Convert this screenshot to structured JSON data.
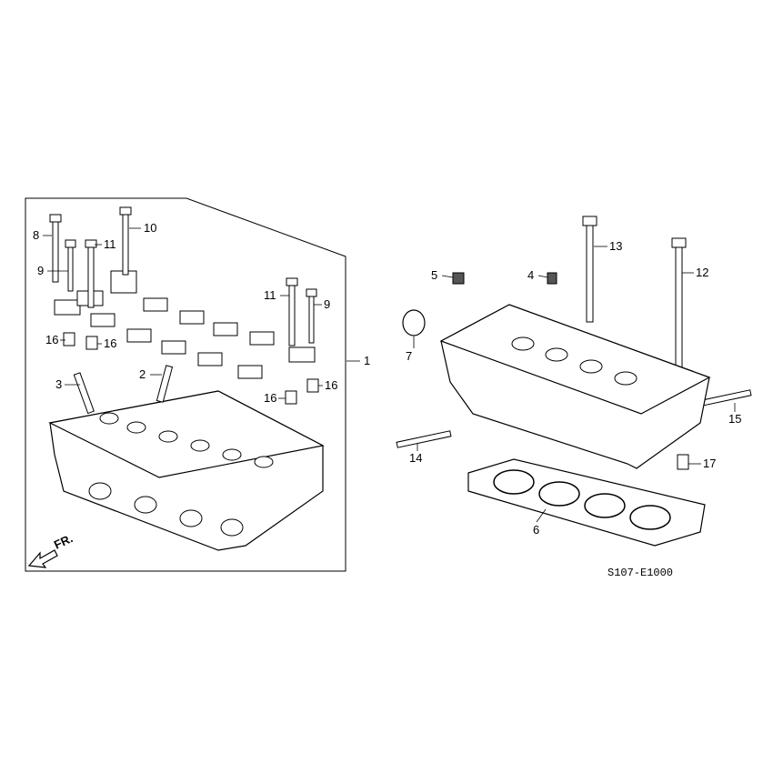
{
  "diagram": {
    "callouts": [
      "1",
      "2",
      "3",
      "4",
      "5",
      "6",
      "7",
      "8",
      "9",
      "10",
      "11",
      "12",
      "13",
      "14",
      "15",
      "16",
      "17"
    ],
    "left_group": [
      "8",
      "10",
      "11",
      "9",
      "16",
      "16",
      "3",
      "2",
      "11",
      "9",
      "16",
      "16",
      "1"
    ],
    "right_group": [
      "5",
      "4",
      "13",
      "12",
      "7",
      "15",
      "14",
      "17",
      "6"
    ],
    "direction_label": "FR.",
    "diagram_code": "S107-E1000"
  }
}
